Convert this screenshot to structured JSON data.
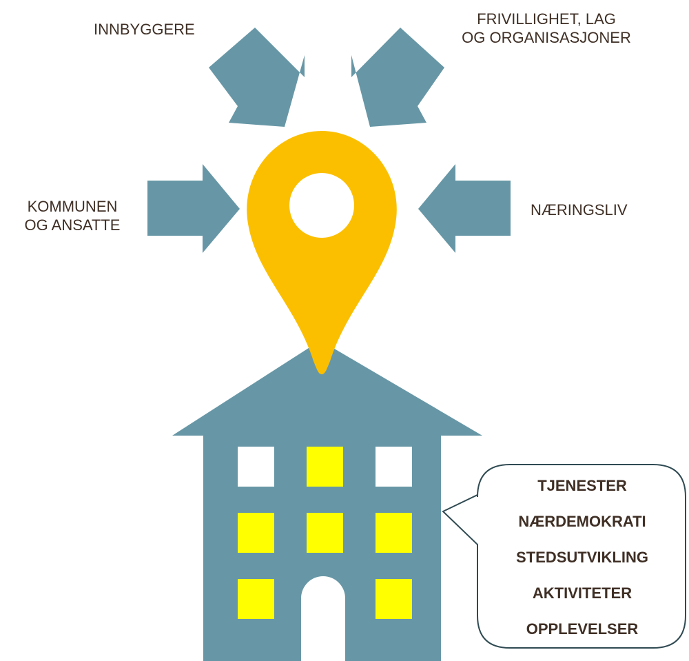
{
  "labels": {
    "innbyggere": "INNBYGGERE",
    "frivillighet": [
      "FRIVILLIGHET, LAG",
      "OG ORGANISASJONER"
    ],
    "kommunen": [
      "KOMMUNEN",
      "OG ANSATTE"
    ],
    "naeringsliv": "NÆRINGSLIV"
  },
  "bubble": {
    "items": [
      "TJENESTER",
      "NÆRDEMOKRATI",
      "STEDSUTVIKLING",
      "AKTIVITETER",
      "OPPLEVELSER"
    ]
  },
  "colors": {
    "arrow": "#6797a6",
    "house": "#6797a6",
    "pin": "#fbbf00",
    "window_lit": "#ffff00",
    "window_unlit": "#ffffff",
    "text": "#3f2f25"
  },
  "icons": [
    "location-pin-icon",
    "arrow-icon",
    "house-icon",
    "speech-bubble-icon"
  ]
}
